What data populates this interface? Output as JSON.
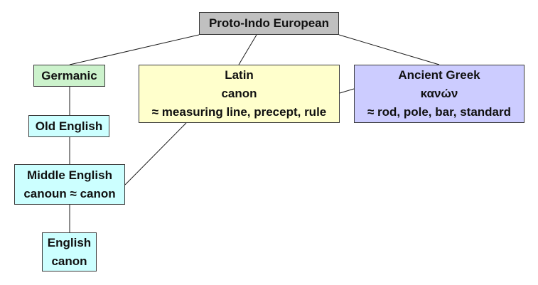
{
  "nodes": {
    "pie": {
      "lines": [
        "Proto-Indo European"
      ],
      "color": "#c0c0c0"
    },
    "germanic": {
      "lines": [
        "Germanic"
      ],
      "color": "#ccf2cc"
    },
    "latin": {
      "lines": [
        "Latin",
        "canon",
        "≈ measuring line, precept, rule"
      ],
      "color": "#ffffcc"
    },
    "greek": {
      "lines": [
        "Ancient Greek",
        "κανών",
        "≈ rod, pole, bar, standard"
      ],
      "color": "#ccccff"
    },
    "old_english": {
      "lines": [
        "Old English"
      ],
      "color": "#ccffff"
    },
    "middle_english": {
      "lines": [
        "Middle English",
        "canoun ≈ canon"
      ],
      "color": "#ccffff"
    },
    "english": {
      "lines": [
        "English",
        "canon"
      ],
      "color": "#ccffff"
    }
  },
  "colors": {
    "line": "#1a1a1a",
    "border": "#3a3a3a",
    "text": "#111111"
  }
}
